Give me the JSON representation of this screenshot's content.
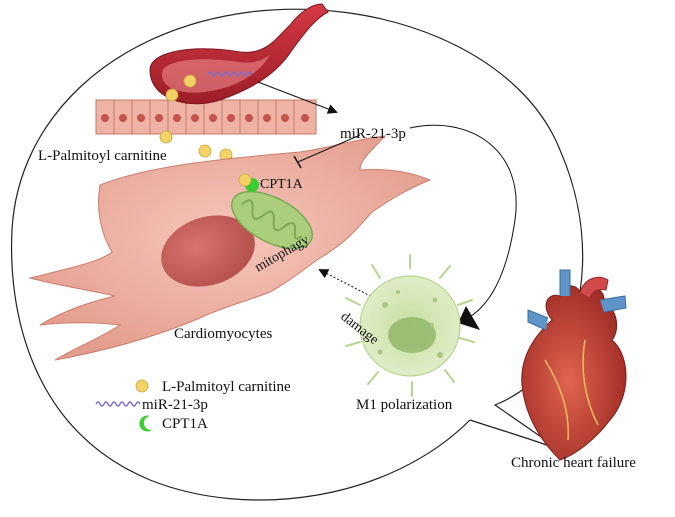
{
  "labels": {
    "mirna_top": "miR-21-3p",
    "lpc_top": "L-Palmitoyl carnitine",
    "cpt1a_top": "CPT1A",
    "mitophagy": "mitophagy",
    "damage": "damage",
    "cardiomyocytes": "Cardiomyocytes",
    "m1": "M1 polarization",
    "chf": "Chronic heart failure"
  },
  "legend": {
    "items": [
      {
        "icon": "yellow-dot-icon",
        "label": "L-Palmitoyl carnitine"
      },
      {
        "icon": "wavy-line-icon",
        "label": "miR-21-3p"
      },
      {
        "icon": "green-crescent-icon",
        "label": "CPT1A"
      }
    ]
  },
  "colors": {
    "cell": "#f0b5a8",
    "nucleus": "#c9605c",
    "mito": "#aace7b",
    "macrophage": "#d6e8b8",
    "vessel": "#b82530",
    "lpc": "#f4d366",
    "cpt1a": "#3ccc34",
    "mirna": "#7a6fd0"
  }
}
